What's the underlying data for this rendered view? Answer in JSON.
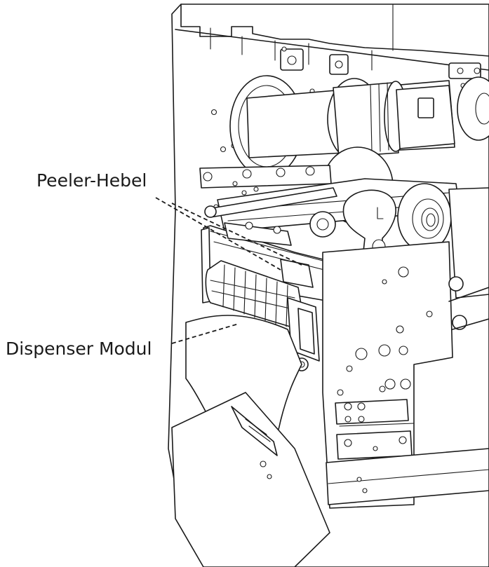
{
  "callouts": [
    {
      "id": "peeler-lever",
      "text": "Peeler-Hebel"
    },
    {
      "id": "dispenser-module",
      "text": "Dispenser Modul"
    }
  ],
  "colors": {
    "line": "#1a1a1a",
    "background": "#ffffff"
  }
}
